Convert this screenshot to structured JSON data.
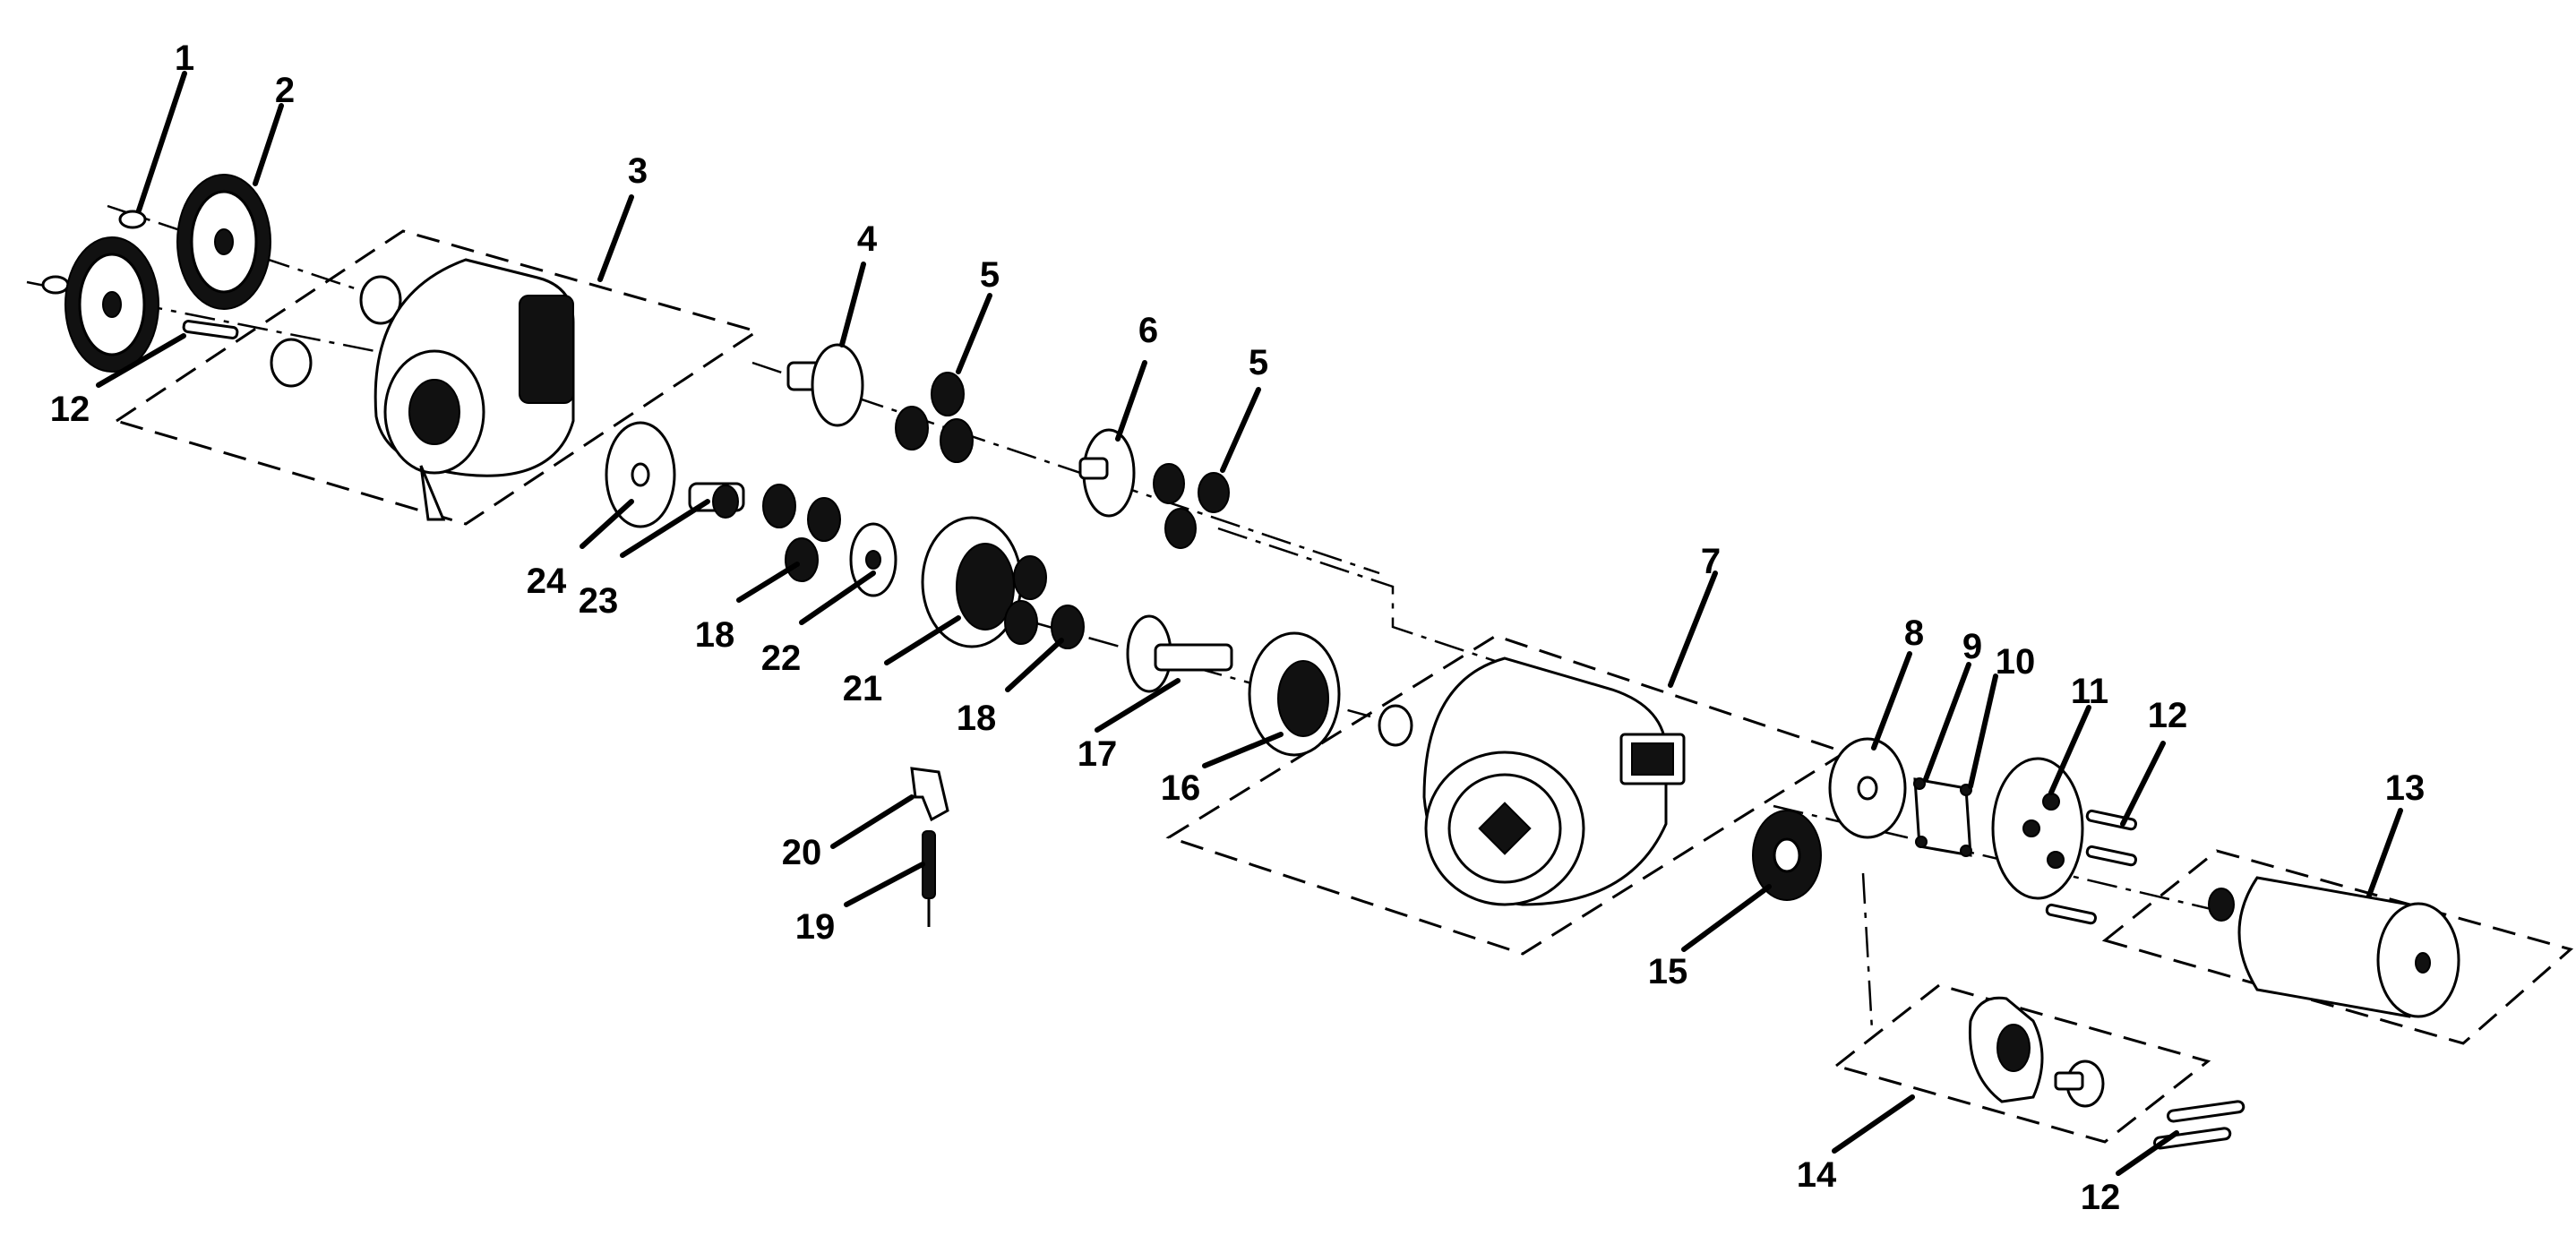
{
  "diagram": {
    "callouts": [
      {
        "id": "c1",
        "text": "1"
      },
      {
        "id": "c2",
        "text": "2"
      },
      {
        "id": "c3",
        "text": "3"
      },
      {
        "id": "c4",
        "text": "4"
      },
      {
        "id": "c5a",
        "text": "5"
      },
      {
        "id": "c6",
        "text": "6"
      },
      {
        "id": "c5b",
        "text": "5"
      },
      {
        "id": "c12a",
        "text": "12"
      },
      {
        "id": "c24",
        "text": "24"
      },
      {
        "id": "c23",
        "text": "23"
      },
      {
        "id": "c18a",
        "text": "18"
      },
      {
        "id": "c22",
        "text": "22"
      },
      {
        "id": "c21",
        "text": "21"
      },
      {
        "id": "c18b",
        "text": "18"
      },
      {
        "id": "c17",
        "text": "17"
      },
      {
        "id": "c16",
        "text": "16"
      },
      {
        "id": "c7",
        "text": "7"
      },
      {
        "id": "c8",
        "text": "8"
      },
      {
        "id": "c9",
        "text": "9"
      },
      {
        "id": "c10",
        "text": "10"
      },
      {
        "id": "c11",
        "text": "11"
      },
      {
        "id": "c12b",
        "text": "12"
      },
      {
        "id": "c13",
        "text": "13"
      },
      {
        "id": "c20",
        "text": "20"
      },
      {
        "id": "c19",
        "text": "19"
      },
      {
        "id": "c15",
        "text": "15"
      },
      {
        "id": "c14",
        "text": "14"
      },
      {
        "id": "c12c",
        "text": "12"
      }
    ]
  }
}
